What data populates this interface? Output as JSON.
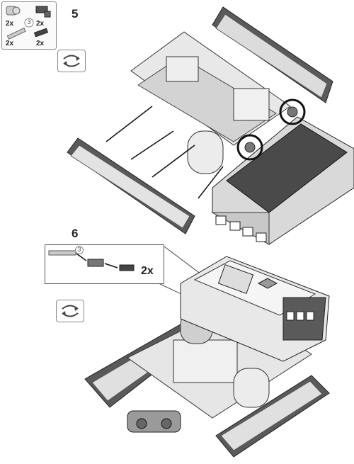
{
  "steps": [
    {
      "number": "5",
      "parts": [
        {
          "qty": "2x",
          "icon": "grey-bushing-part"
        },
        {
          "qty": "2x",
          "icon": "dark-connector-part"
        },
        {
          "qty": "2x",
          "icon": "grey-axle-part",
          "axle_length": "3"
        },
        {
          "qty": "2x",
          "icon": "dark-pin-part"
        }
      ],
      "rotate_icon": "rotate-model-icon"
    },
    {
      "number": "6",
      "callout": {
        "axle_length": "3",
        "qty": "2x"
      },
      "rotate_icon": "rotate-model-icon"
    }
  ],
  "colors": {
    "track": "#5a5a5a",
    "frame": "#e8e8e8",
    "highlight": "#2a2a2a"
  }
}
